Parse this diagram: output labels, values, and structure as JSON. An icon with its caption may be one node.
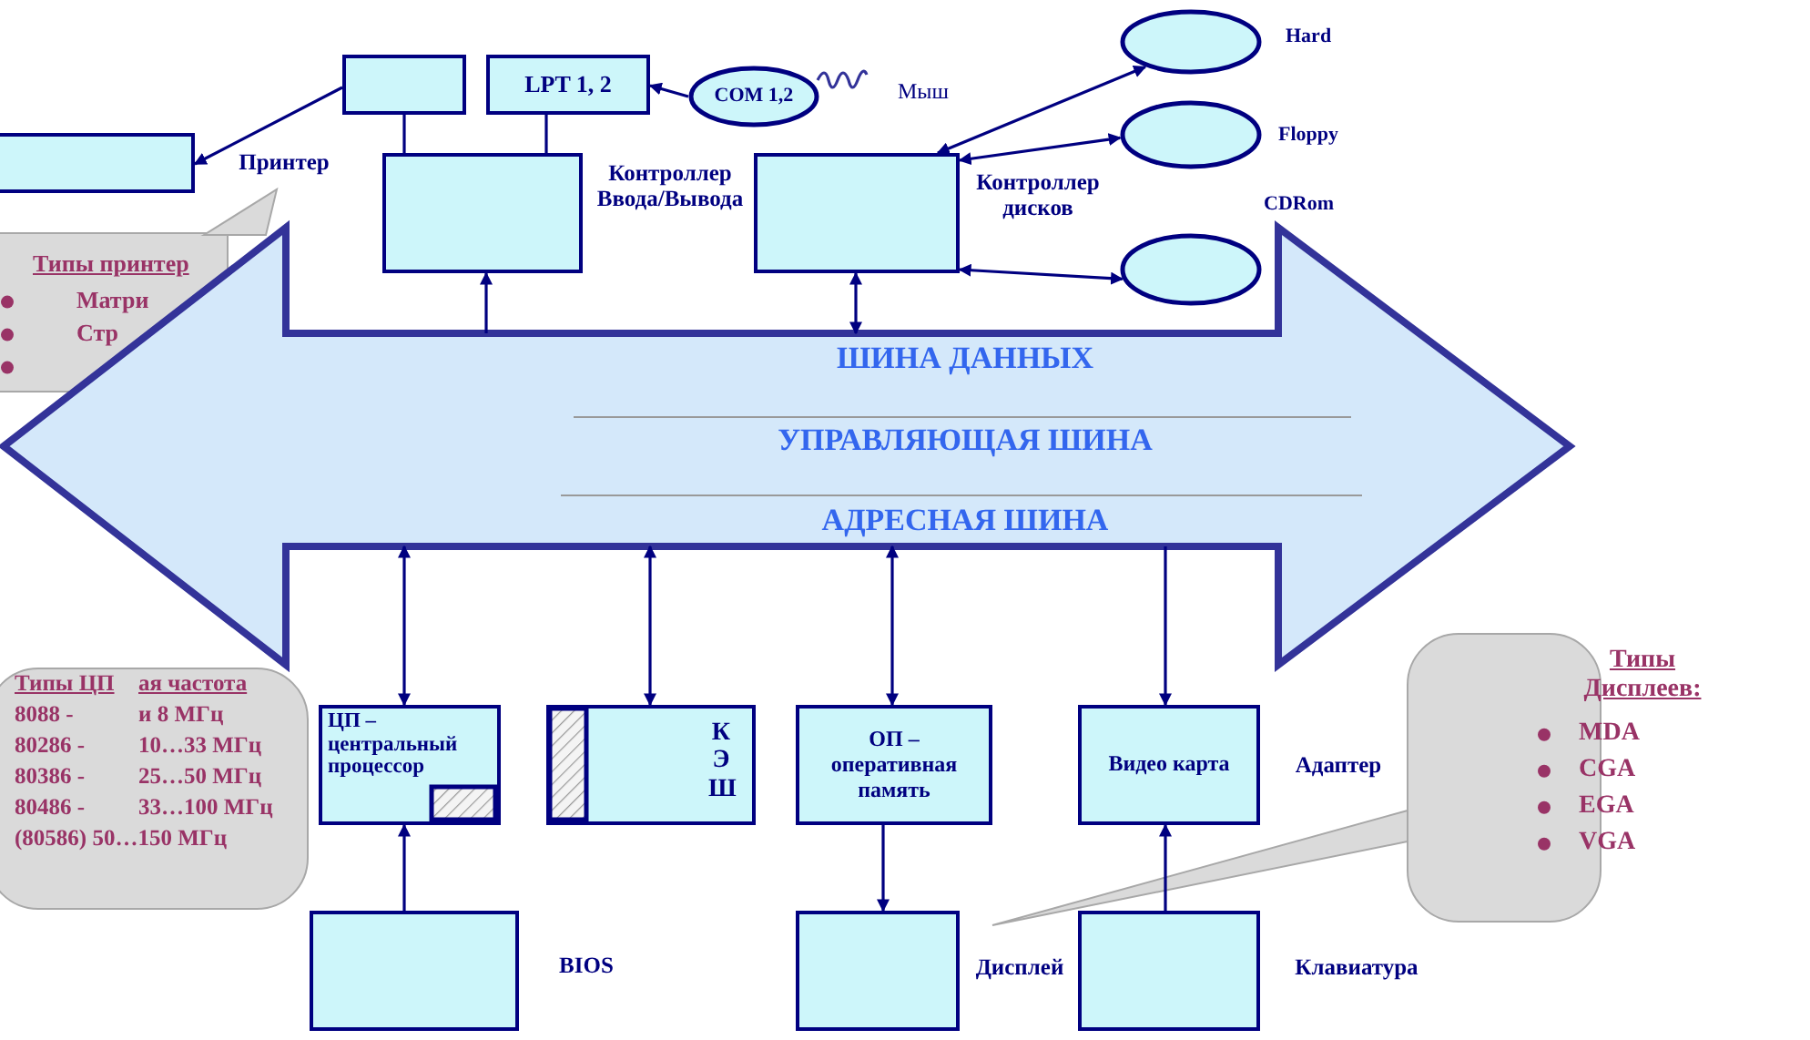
{
  "diagram": {
    "nodes": [
      {
        "text": [],
        "shape": "box"
      },
      {
        "text": [
          "LPT 1, 2"
        ]
      },
      {
        "text": [
          "COM 1,2"
        ]
      },
      {
        "text": [],
        "shape": "box",
        "beside": [
          "Принтер"
        ]
      },
      {
        "text": [],
        "shape": "box",
        "beside": [
          "Контроллер Ввода/Вывода"
        ]
      },
      {
        "text": [],
        "shape": "box",
        "beside": [
          "Контроллер дисков"
        ]
      },
      {
        "text": [],
        "shape": "ellipse",
        "beside": [
          "Hard"
        ]
      },
      {
        "text": [],
        "shape": "ellipse",
        "beside": [
          "Floppy"
        ]
      },
      {
        "text": [],
        "shape": "ellipse"
      },
      {
        "text": [
          "Типы принтер",
          "Матри",
          "Стр"
        ]
      },
      {
        "text": [
          "ШИНА ДАННЫХ",
          "УПРАВЛЯЮЩАЯ ШИНА",
          "АДРЕСНАЯ ШИНА"
        ]
      },
      {
        "text": [
          "Типы ЦП",
          "ая частота",
          "8088 -",
          "и 8 МГц",
          "80286 -",
          "10…33 МГц",
          "80386 -",
          "25…50 МГц",
          "80486 -",
          "33…100 МГц",
          "(80586) 50…150 МГц"
        ]
      },
      {
        "text": [
          "ЦП – центральный процессор"
        ]
      },
      {
        "text": [
          "КЭШ"
        ]
      },
      {
        "text": [
          "ОП – оперативная память"
        ]
      },
      {
        "text": [
          "Видео карта"
        ],
        "beside": [
          "Адаптер"
        ]
      },
      {
        "text": [
          "Типы Дисплеев:",
          "MDA",
          "CGA",
          "EGA",
          "VGA"
        ]
      },
      {
        "text": [],
        "shape": "box",
        "beside": [
          "BIOS"
        ]
      },
      {
        "text": [],
        "shape": "box",
        "beside": [
          "Дисплей"
        ]
      },
      {
        "text": [],
        "shape": "box",
        "beside": [
          "Клавиатура"
        ]
      }
    ],
    "edges": [
      {
        "from": 0,
        "to": 3,
        "arrow": "to"
      },
      {
        "from": 2,
        "to": 1,
        "arrow": "to"
      },
      {
        "from": 0,
        "to": 4,
        "arrow": "none"
      },
      {
        "from": 1,
        "to": 4,
        "arrow": "none"
      },
      {
        "from": 10,
        "to": 4,
        "arrow": "to"
      },
      {
        "from": 10,
        "to": 5,
        "arrow": "both"
      },
      {
        "from": 5,
        "to": 6,
        "arrow": "both"
      },
      {
        "from": 5,
        "to": 7,
        "arrow": "both"
      },
      {
        "from": 5,
        "to": 8,
        "arrow": "both"
      },
      {
        "from": 10,
        "to": 12,
        "arrow": "both"
      },
      {
        "from": 10,
        "to": 13,
        "arrow": "both"
      },
      {
        "from": 10,
        "to": 14,
        "arrow": "both"
      },
      {
        "from": 10,
        "to": 15,
        "arrow": "to"
      },
      {
        "from": 17,
        "to": 12,
        "arrow": "to"
      },
      {
        "from": 14,
        "to": 18,
        "arrow": "to"
      },
      {
        "from": 19,
        "to": 15,
        "arrow": "to"
      }
    ],
    "labels": [
      "Мыш",
      "CDRom"
    ]
  }
}
